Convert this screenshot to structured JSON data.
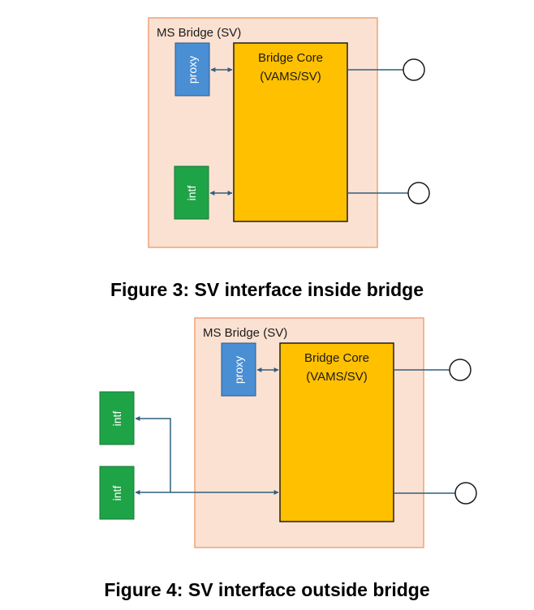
{
  "colors": {
    "bridge_fill": "#fbe1d2",
    "bridge_stroke": "#f0a27a",
    "core_fill": "#ffc000",
    "core_stroke": "#1f1f1f",
    "proxy_fill": "#4a8fd4",
    "intf_fill": "#1fa347",
    "line": "#2f5f7d"
  },
  "figure3": {
    "bridge_label": "MS Bridge (SV)",
    "core_label_line1": "Bridge Core",
    "core_label_line2": "(VAMS/SV)",
    "proxy_label": "proxy",
    "intf_label": "intf",
    "caption": "Figure 3: SV interface inside bridge"
  },
  "figure4": {
    "bridge_label": "MS Bridge (SV)",
    "core_label_line1": "Bridge Core",
    "core_label_line2": "(VAMS/SV)",
    "proxy_label": "proxy",
    "intf_label_top": "intf",
    "intf_label_bottom": "intf",
    "caption": "Figure 4: SV interface outside bridge"
  }
}
